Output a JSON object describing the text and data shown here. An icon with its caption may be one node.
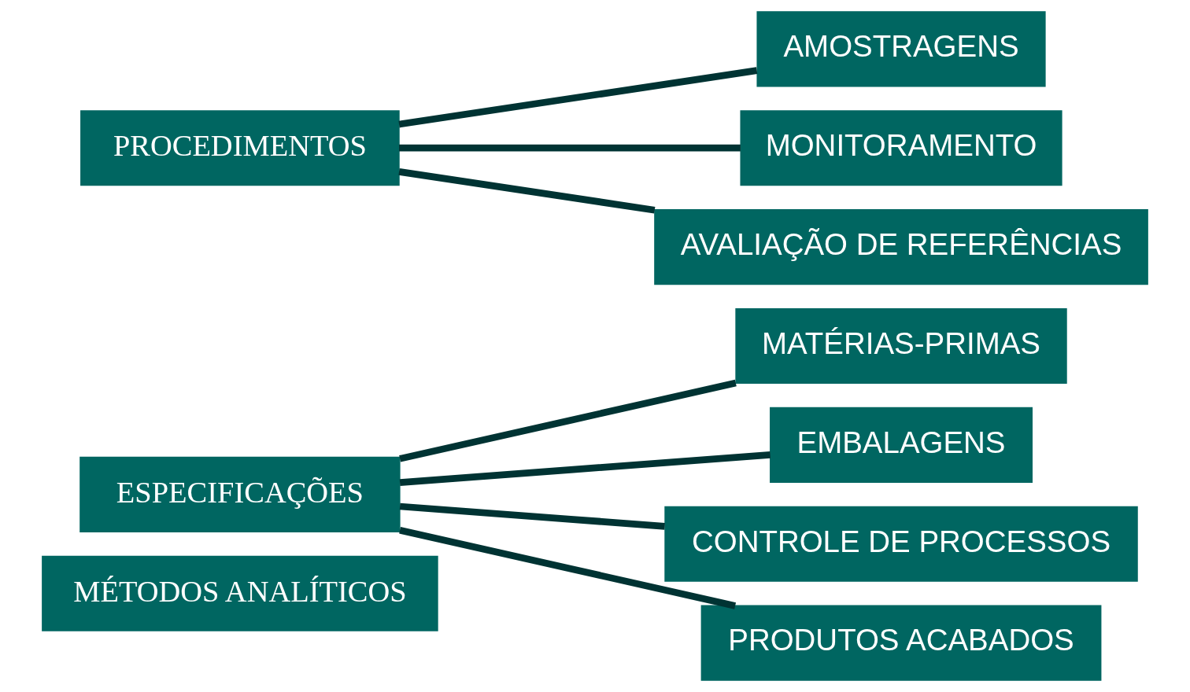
{
  "diagram": {
    "nodes": [
      {
        "text": [
          "ESPECIFICAÇÕES"
        ]
      },
      {
        "text": [
          "MÉTODOS ANALÍTICOS"
        ]
      },
      {
        "text": [
          "MATÉRIAS-PRIMAS"
        ]
      },
      {
        "text": [
          "EMBALAGENS"
        ]
      },
      {
        "text": [
          "CONTROLE DE PROCESSOS"
        ]
      },
      {
        "text": [
          "PRODUTOS ACABADOS"
        ]
      },
      {
        "text": [
          "PROCEDIMENTOS"
        ]
      },
      {
        "text": [
          "AMOSTRAGENS"
        ]
      },
      {
        "text": [
          "MONITORAMENTO"
        ]
      },
      {
        "text": [
          "AVALIAÇÃO DE REFERÊNCIAS"
        ]
      }
    ],
    "edges": [
      {
        "from": 0,
        "to": 2,
        "arrow": "none"
      },
      {
        "from": 0,
        "to": 3,
        "arrow": "none"
      },
      {
        "from": 0,
        "to": 4,
        "arrow": "none"
      },
      {
        "from": 0,
        "to": 5,
        "arrow": "none"
      },
      {
        "from": 6,
        "to": 7,
        "arrow": "none"
      },
      {
        "from": 6,
        "to": 8,
        "arrow": "none"
      },
      {
        "from": 6,
        "to": 9,
        "arrow": "none"
      }
    ]
  }
}
